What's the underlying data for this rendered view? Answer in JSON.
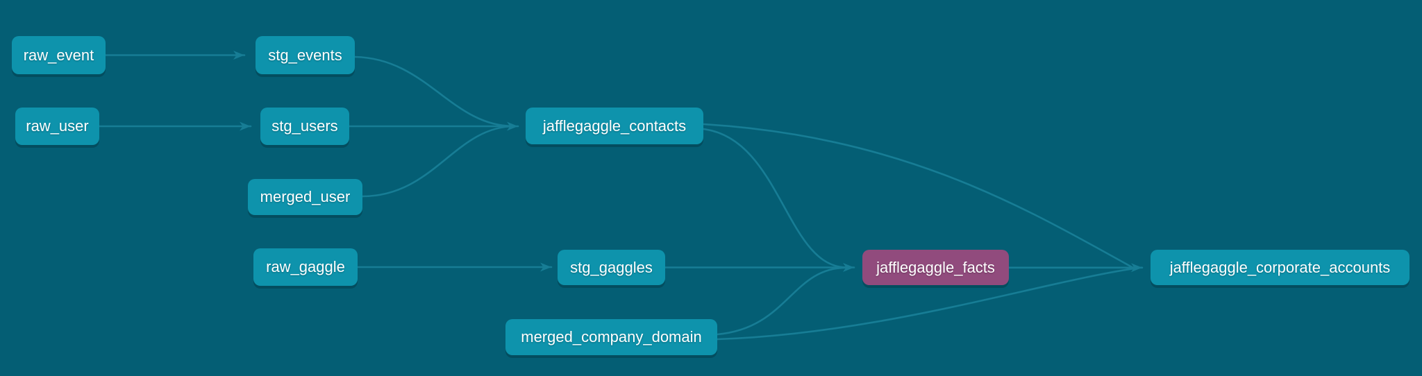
{
  "graph": {
    "kind": "model-lineage-dag",
    "selected_node": "jafflegaggle_facts"
  },
  "colors": {
    "background": "#045E74",
    "node": "#0E93AC",
    "node_selected": "#914B7D",
    "edge": "#177D95",
    "text": "#FFFFFF"
  },
  "nodes": [
    {
      "id": "raw_event",
      "label": "raw_event",
      "state": "default"
    },
    {
      "id": "stg_events",
      "label": "stg_events",
      "state": "default"
    },
    {
      "id": "raw_user",
      "label": "raw_user",
      "state": "default"
    },
    {
      "id": "stg_users",
      "label": "stg_users",
      "state": "default"
    },
    {
      "id": "merged_user",
      "label": "merged_user",
      "state": "default"
    },
    {
      "id": "jafflegaggle_contacts",
      "label": "jafflegaggle_contacts",
      "state": "default"
    },
    {
      "id": "raw_gaggle",
      "label": "raw_gaggle",
      "state": "default"
    },
    {
      "id": "stg_gaggles",
      "label": "stg_gaggles",
      "state": "default"
    },
    {
      "id": "merged_company_domain",
      "label": "merged_company_domain",
      "state": "default"
    },
    {
      "id": "jafflegaggle_facts",
      "label": "jafflegaggle_facts",
      "state": "selected"
    },
    {
      "id": "jafflegaggle_corporate_accounts",
      "label": "jafflegaggle_corporate_accounts",
      "state": "default"
    }
  ],
  "edges": [
    {
      "from": "raw_event",
      "to": "stg_events"
    },
    {
      "from": "raw_user",
      "to": "stg_users"
    },
    {
      "from": "stg_events",
      "to": "jafflegaggle_contacts"
    },
    {
      "from": "stg_users",
      "to": "jafflegaggle_contacts"
    },
    {
      "from": "merged_user",
      "to": "jafflegaggle_contacts"
    },
    {
      "from": "raw_gaggle",
      "to": "stg_gaggles"
    },
    {
      "from": "stg_gaggles",
      "to": "jafflegaggle_facts"
    },
    {
      "from": "jafflegaggle_contacts",
      "to": "jafflegaggle_facts"
    },
    {
      "from": "jafflegaggle_contacts",
      "to": "jafflegaggle_corporate_accounts"
    },
    {
      "from": "merged_company_domain",
      "to": "jafflegaggle_facts"
    },
    {
      "from": "merged_company_domain",
      "to": "jafflegaggle_corporate_accounts"
    },
    {
      "from": "jafflegaggle_facts",
      "to": "jafflegaggle_corporate_accounts"
    }
  ]
}
